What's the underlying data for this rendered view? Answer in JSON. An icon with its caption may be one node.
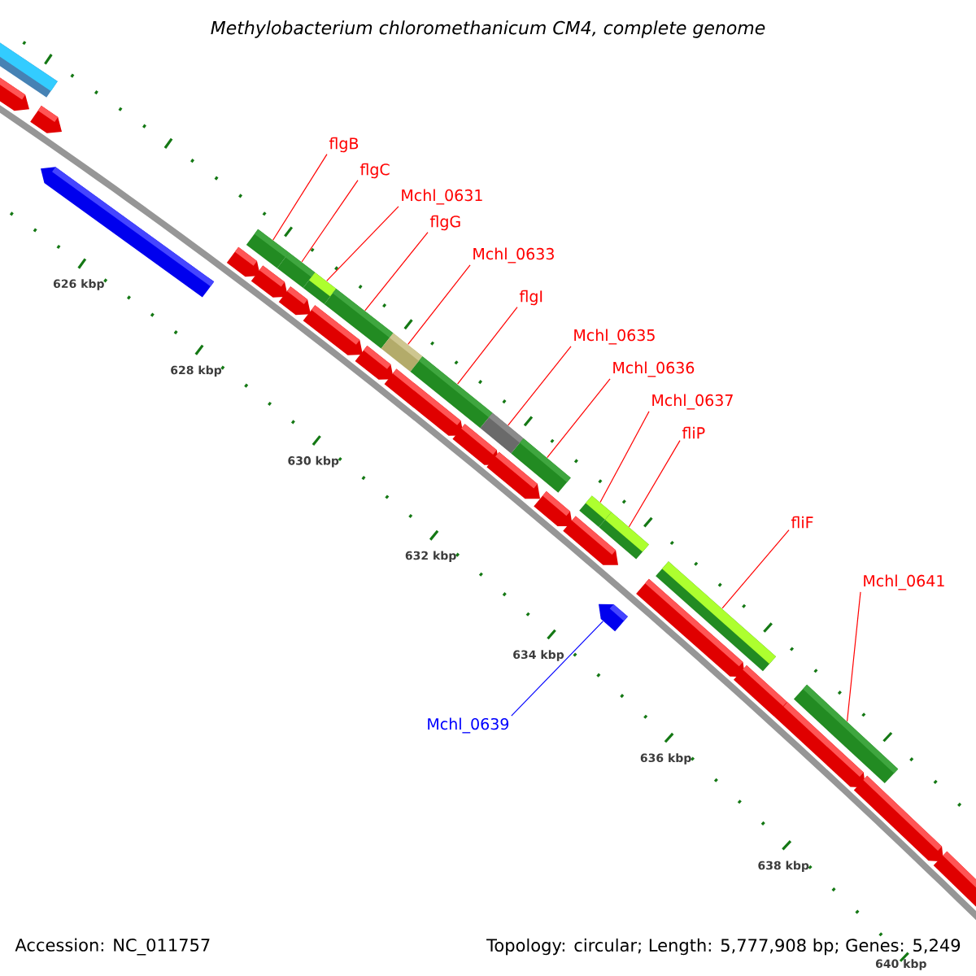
{
  "diagram": {
    "title": "Methylobacterium chloromethanicum CM4, complete genome",
    "nodes": [
      {
        "text": [
          "flgB"
        ]
      },
      {
        "text": [
          "flgC"
        ]
      },
      {
        "text": [
          "Mchl_0631"
        ]
      },
      {
        "text": [
          "flgG"
        ]
      },
      {
        "text": [
          "Mchl_0633"
        ]
      },
      {
        "text": [
          "flgI"
        ]
      },
      {
        "text": [
          "Mchl_0635"
        ]
      },
      {
        "text": [
          "Mchl_0636"
        ]
      },
      {
        "text": [
          "Mchl_0637"
        ]
      },
      {
        "text": [
          "fliP"
        ]
      },
      {
        "text": [
          "fliF"
        ]
      },
      {
        "text": [
          "Mchl_0641"
        ]
      },
      {
        "text": [
          "Mchl_0639"
        ]
      },
      {
        "text": [],
        "shape": "bar"
      },
      {
        "text": [],
        "shape": "bar"
      },
      {
        "text": [],
        "shape": "bar"
      },
      {
        "text": [],
        "shape": "bar"
      },
      {
        "text": [],
        "shape": "bar"
      },
      {
        "text": [],
        "shape": "bar"
      },
      {
        "text": [],
        "shape": "bar"
      },
      {
        "text": [],
        "shape": "bar"
      },
      {
        "text": [],
        "shape": "bar"
      },
      {
        "text": [],
        "shape": "bar"
      },
      {
        "text": [],
        "shape": "bar"
      },
      {
        "text": [],
        "shape": "bar"
      },
      {
        "text": [],
        "shape": "arrow"
      }
    ],
    "edges": [
      {
        "from": 0,
        "to": 13,
        "arrow": "none"
      },
      {
        "from": 1,
        "to": 14,
        "arrow": "none"
      },
      {
        "from": 2,
        "to": 15,
        "arrow": "none"
      },
      {
        "from": 3,
        "to": 16,
        "arrow": "none"
      },
      {
        "from": 4,
        "to": 17,
        "arrow": "none"
      },
      {
        "from": 5,
        "to": 18,
        "arrow": "none"
      },
      {
        "from": 6,
        "to": 19,
        "arrow": "none"
      },
      {
        "from": 7,
        "to": 20,
        "arrow": "none"
      },
      {
        "from": 8,
        "to": 21,
        "arrow": "none"
      },
      {
        "from": 9,
        "to": 22,
        "arrow": "none"
      },
      {
        "from": 10,
        "to": 23,
        "arrow": "none"
      },
      {
        "from": 11,
        "to": 24,
        "arrow": "none"
      },
      {
        "from": 12,
        "to": 25,
        "arrow": "none",
        "color": "#0000ff"
      }
    ],
    "labels": [
      "626 kbp",
      "628 kbp",
      "630 kbp",
      "632 kbp",
      "634 kbp",
      "636 kbp",
      "638 kbp",
      "640 kbp",
      "Accession: NC_011757",
      "Topology: circular; Length: 5,777,908 bp; Genes: 5,249"
    ]
  }
}
